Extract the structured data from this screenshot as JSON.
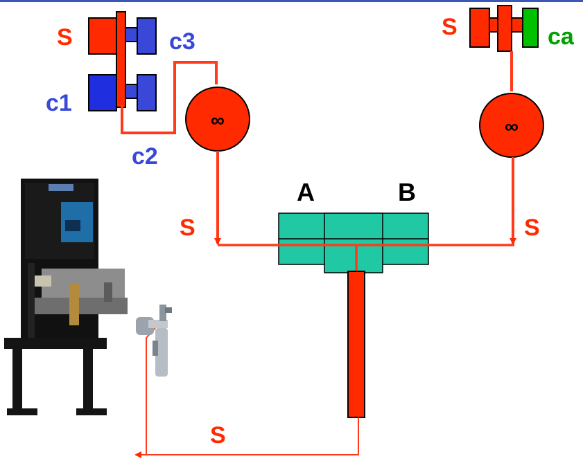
{
  "labels": {
    "s_top_left": "S",
    "c3": "c3",
    "c1": "c1",
    "c2": "c2",
    "s_top_right": "S",
    "ca": "ca",
    "a": "A",
    "b": "B",
    "s_mid_left": "S",
    "s_mid_right": "S",
    "s_bottom": "S",
    "pump_left_symbol": "∞",
    "pump_right_symbol": "∞"
  },
  "colors": {
    "solvent_red": "#ff2a00",
    "line_red": "#ff3a1a",
    "blue": "#3a48d8",
    "green": "#00c000",
    "teal": "#20c9a4",
    "frame_blue": "#3b58b8"
  }
}
